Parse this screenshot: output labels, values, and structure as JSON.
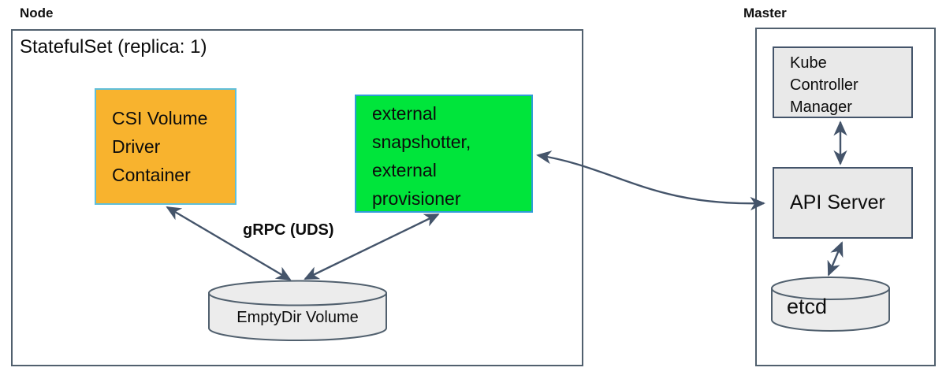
{
  "colors": {
    "outline": "#51606e",
    "arrow": "#44546a",
    "csi_fill": "#f8b32e",
    "csi_border": "#5fbfda",
    "sidecar_fill": "#00e53b",
    "sidecar_border": "#2f9cd8",
    "cylinder_fill": "#ececec",
    "gray_box_fill": "#e9e9e9"
  },
  "node_section": {
    "label": "Node",
    "statefulset_title": "StatefulSet (replica: 1)",
    "csi_box": {
      "lines": [
        "CSI Volume",
        "Driver",
        "Container"
      ]
    },
    "sidecar_box": {
      "lines": [
        "external",
        "snapshotter,",
        "external",
        "provisioner"
      ]
    },
    "grpc_label": "gRPC (UDS)",
    "emptydir_label": "EmptyDir Volume"
  },
  "master_section": {
    "label": "Master",
    "kcm_box": {
      "lines": [
        "Kube",
        "Controller",
        "Manager"
      ]
    },
    "api_server_label": "API Server",
    "etcd_label": "etcd"
  }
}
